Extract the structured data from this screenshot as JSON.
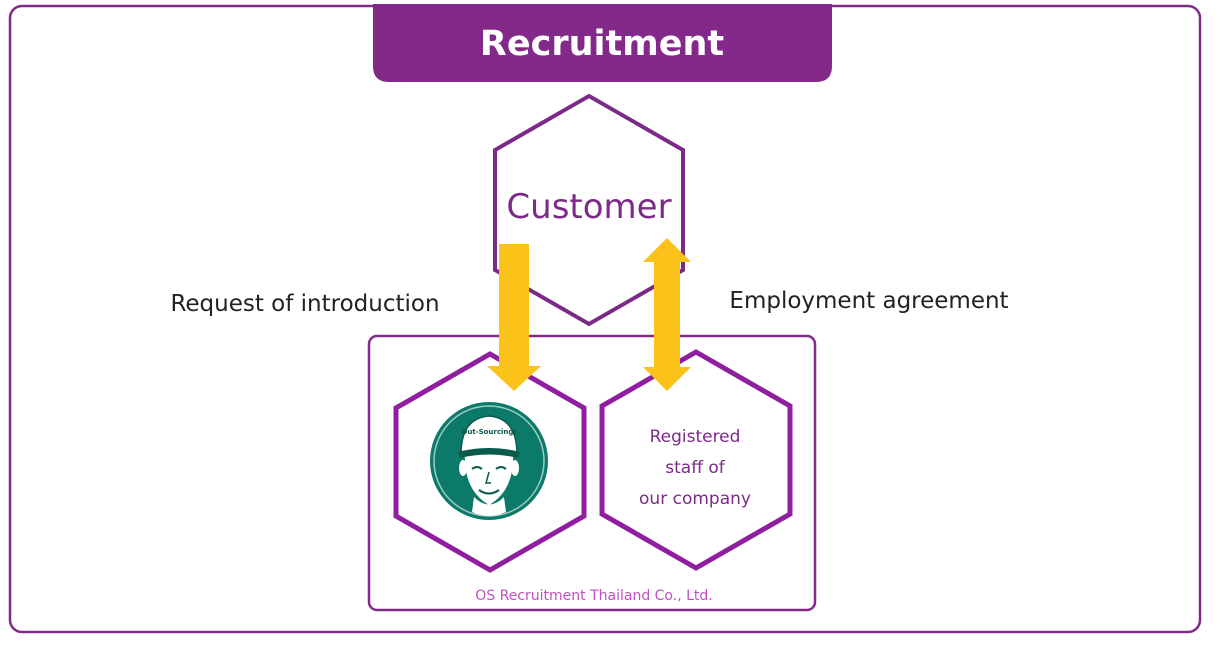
{
  "title": "Recruitment",
  "customer_label": "Customer",
  "left_arrow_label": "Request of introduction",
  "right_arrow_label": "Employment agreement",
  "staff_label_lines": [
    "Registered",
    "staff of",
    "our company"
  ],
  "company_caption": "OS Recruitment Thailand Co., Ltd.",
  "logo": {
    "icon": "out-sourcing-mascot-logo",
    "cap_text": "Out-Sourcing!"
  },
  "colors": {
    "purple": "#83298a",
    "purple_text": "#7c2a88",
    "pink_caption": "#c04fc3",
    "arrow_yellow": "#fbc21a",
    "logo_green": "#0b7a69"
  }
}
